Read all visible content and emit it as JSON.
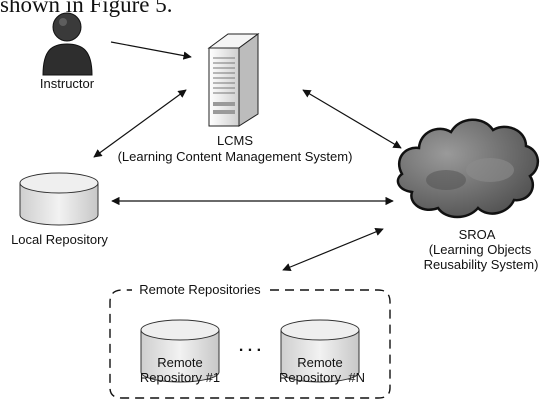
{
  "caption": "shown in Figure 5.",
  "nodes": {
    "instructor": "Instructor",
    "lcms_title": "LCMS",
    "lcms_subtitle": "(Learning Content Management System)",
    "local_repository": "Local Repository",
    "sroa_title": "SROA",
    "sroa_line2": "(Learning Objects",
    "sroa_line3": "Reusability System)"
  },
  "remote_group": {
    "title": "Remote Repositories",
    "repo1_line1": "Remote",
    "repo1_line2": "Repository #1",
    "ellipsis": ". . .",
    "repoN_line1": "Remote",
    "repoN_line2": "Repository  #N"
  },
  "colors": {
    "line": "#111111",
    "cylinder_fill": "#e6e6e6",
    "cloud_fill": "#6b6b6b",
    "server_fill": "#e9e9e9"
  },
  "icons": [
    "person-icon",
    "server-icon",
    "database-icon",
    "cloud-icon"
  ]
}
